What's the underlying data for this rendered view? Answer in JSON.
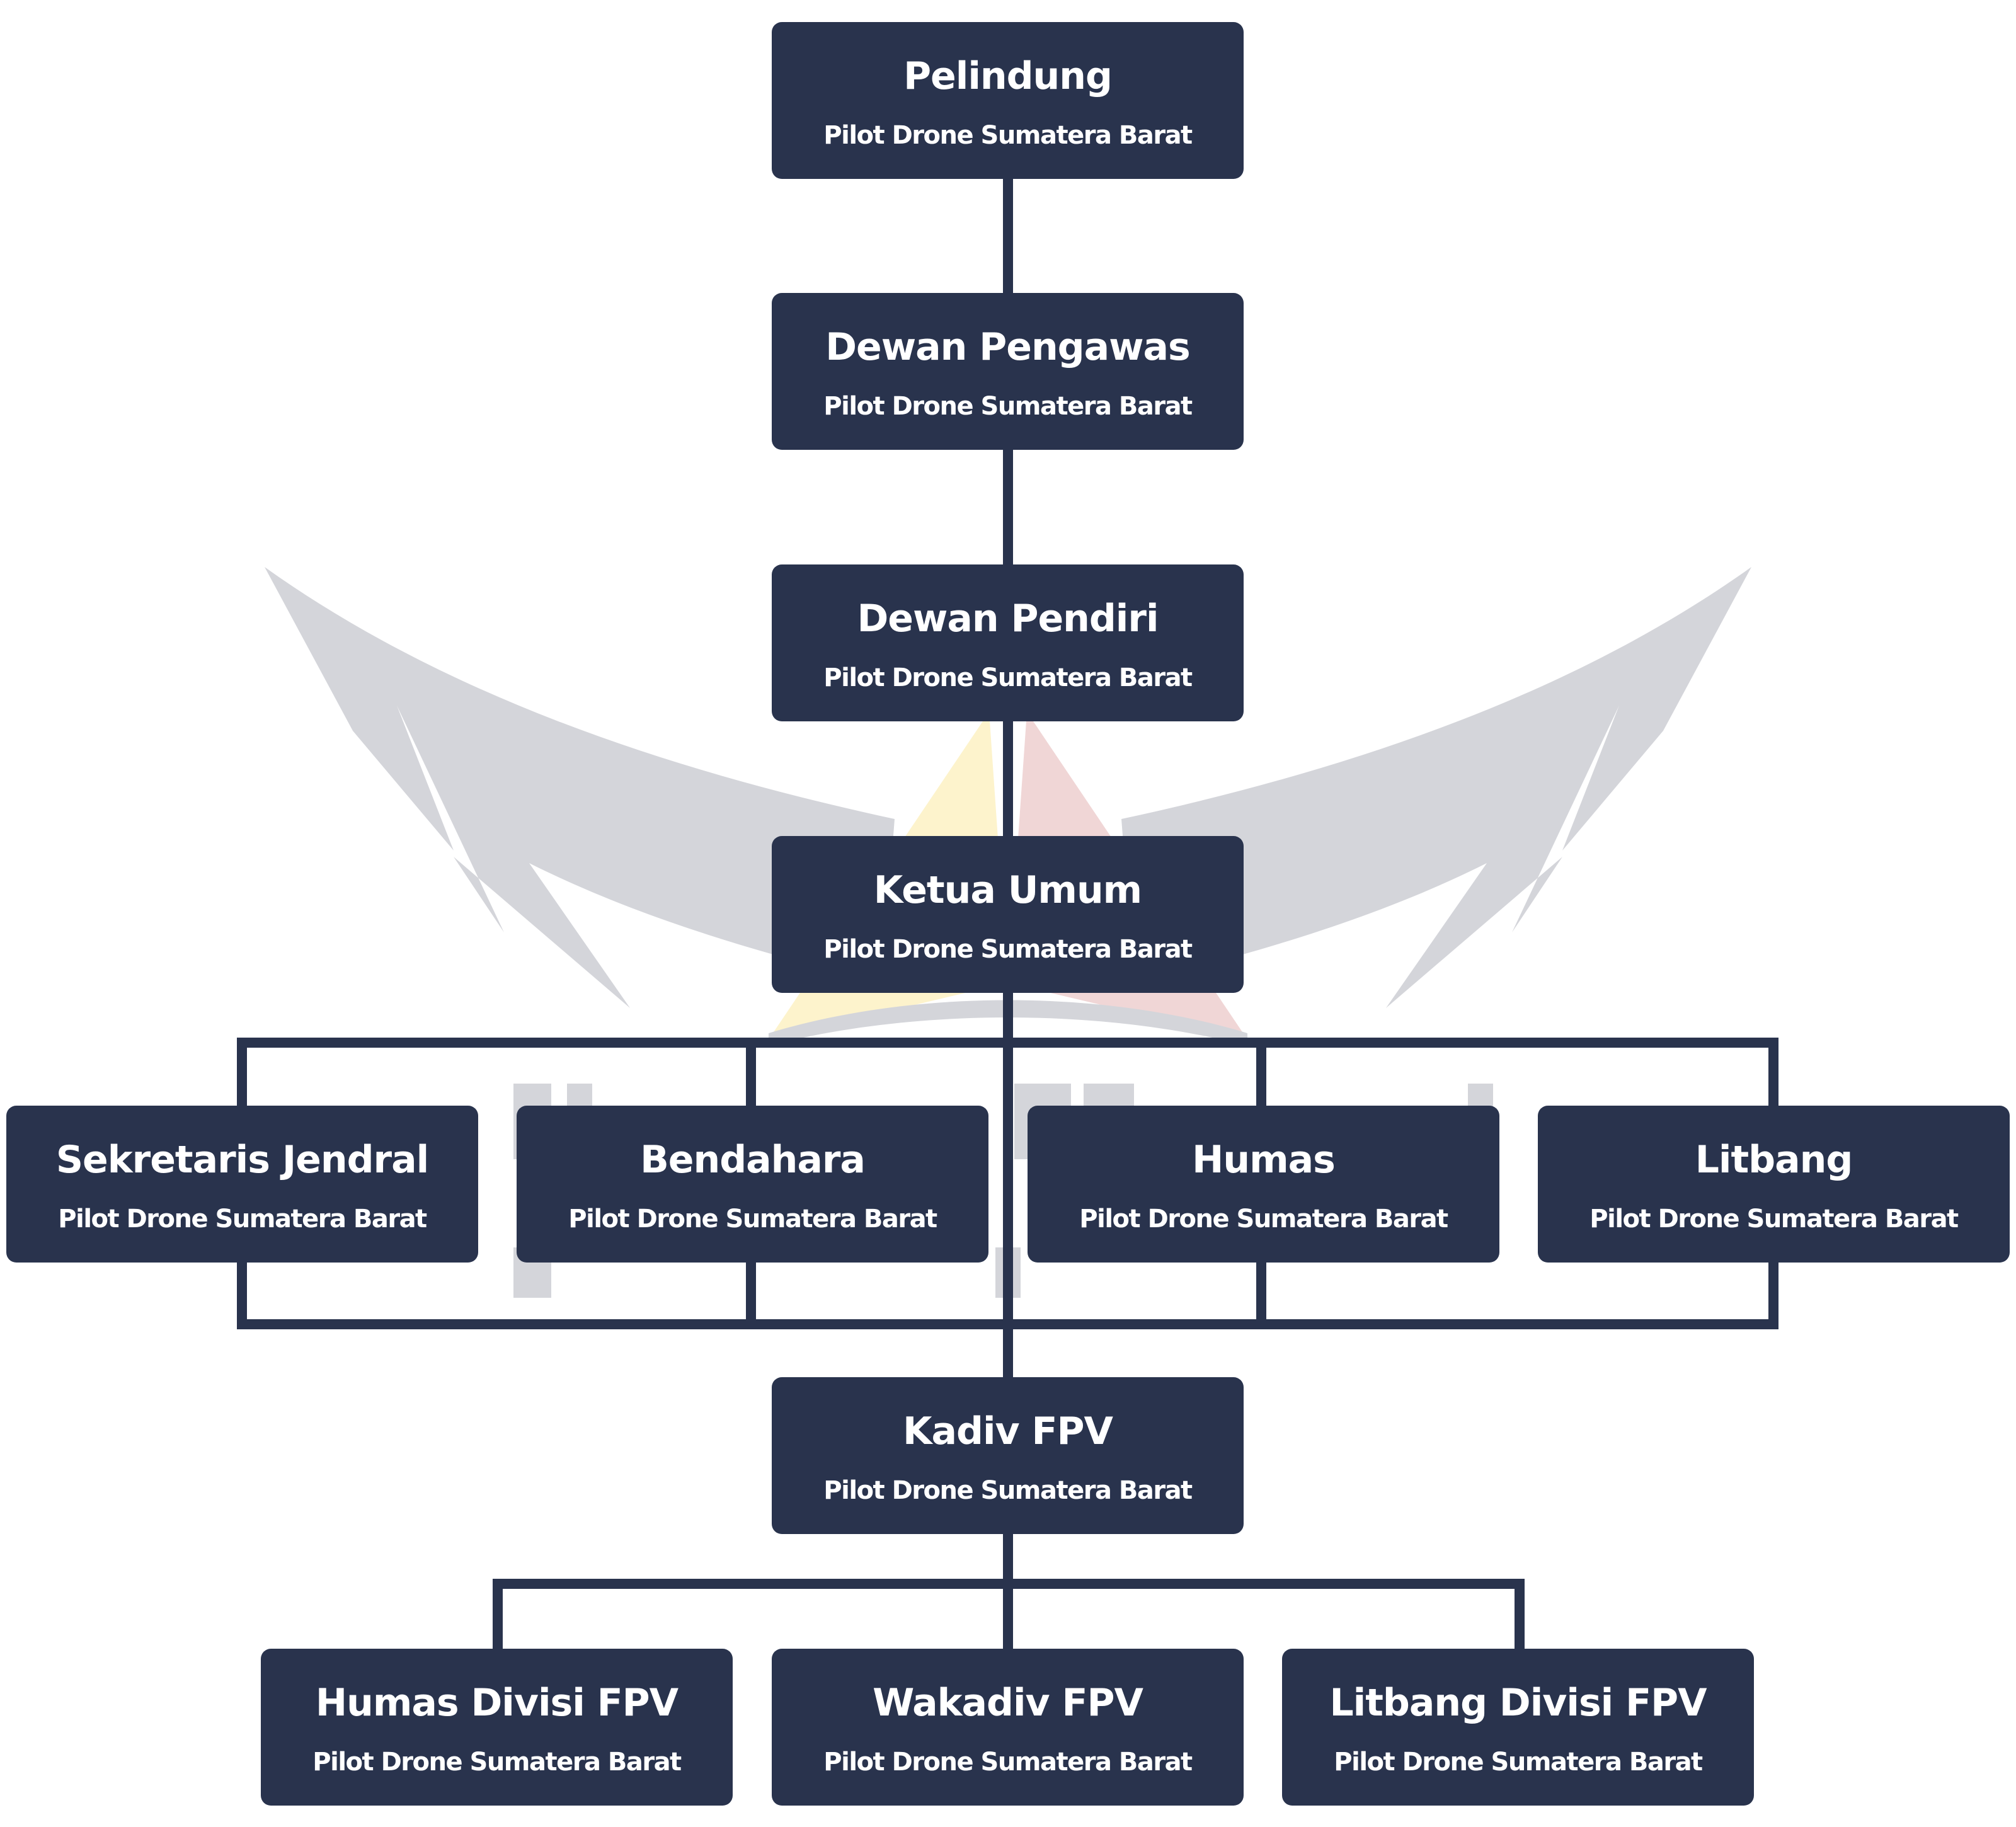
{
  "colors": {
    "box": "#29334d",
    "line": "#29334d",
    "text": "#ffffff",
    "watermark": "#d4d5da"
  },
  "watermark": {
    "line1": "PILOT DRONE",
    "line2": "SUMATERA BARAT"
  },
  "nodes": [
    {
      "title": "Pelindung",
      "subtitle": "Pilot Drone Sumatera Barat"
    },
    {
      "title": "Dewan Pengawas",
      "subtitle": "Pilot Drone Sumatera Barat"
    },
    {
      "title": "Dewan Pendiri",
      "subtitle": "Pilot Drone Sumatera Barat"
    },
    {
      "title": "Ketua Umum",
      "subtitle": "Pilot Drone Sumatera Barat"
    },
    {
      "title": "Sekretaris Jendral",
      "subtitle": "Pilot Drone Sumatera Barat"
    },
    {
      "title": "Bendahara",
      "subtitle": "Pilot Drone Sumatera Barat"
    },
    {
      "title": "Humas",
      "subtitle": "Pilot Drone Sumatera Barat"
    },
    {
      "title": "Litbang",
      "subtitle": "Pilot Drone Sumatera Barat"
    },
    {
      "title": "Kadiv FPV",
      "subtitle": "Pilot Drone Sumatera Barat"
    },
    {
      "title": "Humas Divisi FPV",
      "subtitle": "Pilot Drone Sumatera Barat"
    },
    {
      "title": "Wakadiv FPV",
      "subtitle": "Pilot Drone Sumatera Barat"
    },
    {
      "title": "Litbang Divisi FPV",
      "subtitle": "Pilot Drone Sumatera Barat"
    }
  ]
}
